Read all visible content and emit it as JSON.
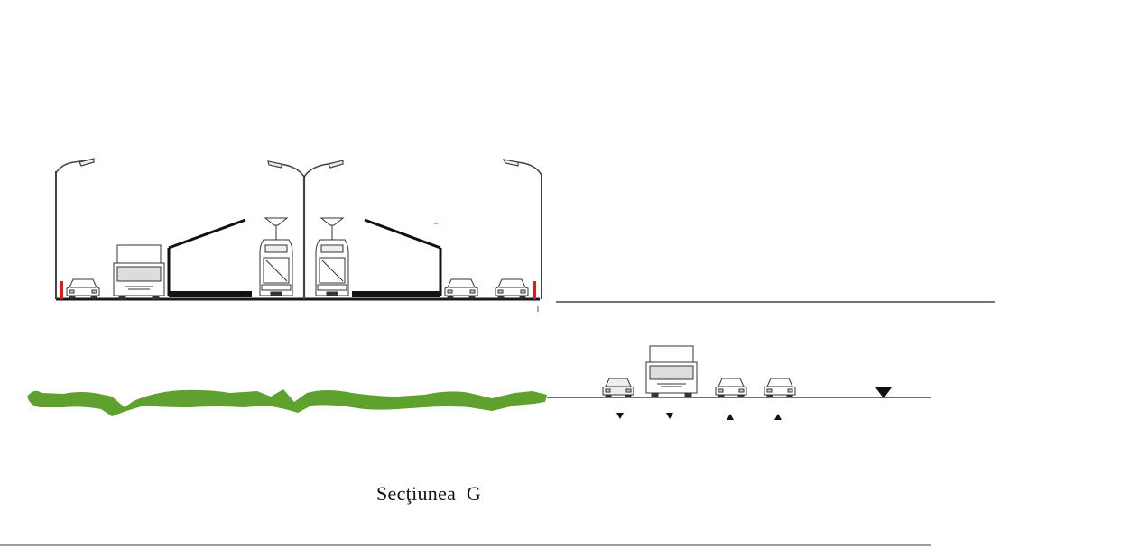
{
  "caption": "Secţiunea  G",
  "colors": {
    "line": "#1a1a1a",
    "vegetation": "#5ea12e",
    "barrier": "#d62020",
    "background": "#ffffff"
  },
  "lanes": {
    "lower_level": [
      {
        "vehicle": "car",
        "direction": "down"
      },
      {
        "vehicle": "bus",
        "direction": "down"
      },
      {
        "vehicle": "car",
        "direction": "up"
      },
      {
        "vehicle": "car",
        "direction": "up"
      }
    ]
  },
  "icons": [
    "street-lamp-icon",
    "tram-icon",
    "bus-icon",
    "car-icon",
    "water-level-icon",
    "direction-arrow-icon",
    "safety-barrier-icon"
  ]
}
